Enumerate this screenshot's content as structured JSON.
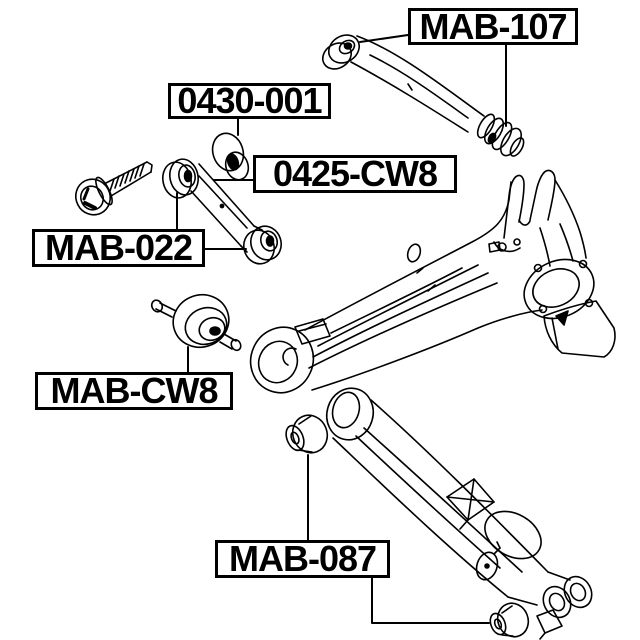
{
  "diagram": {
    "background_color": "#ffffff",
    "line_color": "#000000",
    "label_border_color": "#000000",
    "labels": [
      {
        "text": "MAB-107"
      },
      {
        "text": "0430-001"
      },
      {
        "text": "0425-CW8"
      },
      {
        "text": "MAB-022"
      },
      {
        "text": "MAB-CW8"
      },
      {
        "text": "MAB-087"
      }
    ]
  }
}
